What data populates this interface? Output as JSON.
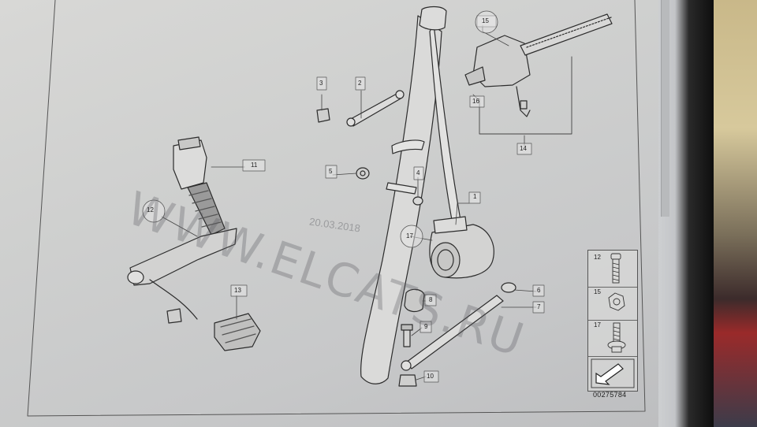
{
  "diagram": {
    "part_numbers": [
      "1",
      "2",
      "3",
      "4",
      "5",
      "6",
      "7",
      "8",
      "9",
      "10",
      "11",
      "12",
      "13",
      "14",
      "15",
      "16",
      "17"
    ],
    "watermark": "WWW.ELCATS.RU",
    "date_stamp": "20.03.2018",
    "reference_code": "00275784",
    "legend": {
      "items": [
        {
          "number": "12",
          "icon": "bolt-icon"
        },
        {
          "number": "15",
          "icon": "nut-icon"
        },
        {
          "number": "17",
          "icon": "collar-bolt-icon"
        },
        {
          "number": "",
          "icon": "arrow-icon"
        }
      ]
    }
  },
  "colors": {
    "screen": "#cfd0cf",
    "ink": "#2a2a2a",
    "bezel": "#0e0e0e"
  }
}
